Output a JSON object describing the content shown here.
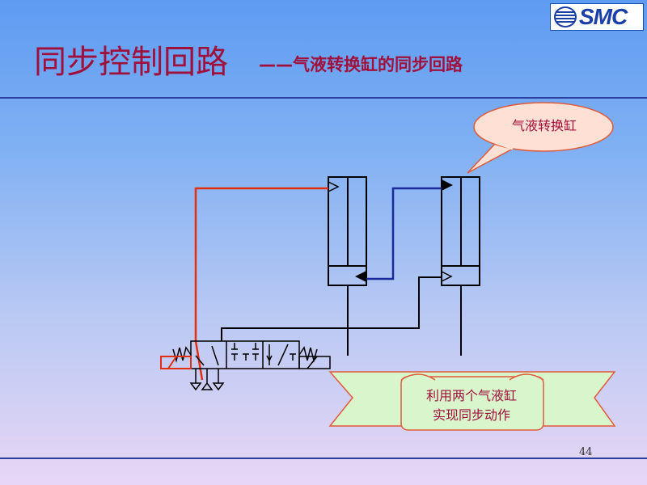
{
  "logo": {
    "text": "SMC"
  },
  "header": {
    "title": "同步控制回路",
    "subtitle": "——气液转换缸的同步回路"
  },
  "callout": {
    "text": "气液转换缸"
  },
  "note": {
    "line1": "利用两个气液缸",
    "line2": "实现同步动作"
  },
  "footer": {
    "page_number": "44"
  },
  "colors": {
    "title": "#a0103c",
    "air_line": "#e03010",
    "oil_line": "#1a2a9a",
    "rule": "#2a3fa0",
    "callout_fill": "#ffe0d4",
    "banner_fill": "#d8f5cc",
    "banner_stroke": "#e05a3a"
  }
}
